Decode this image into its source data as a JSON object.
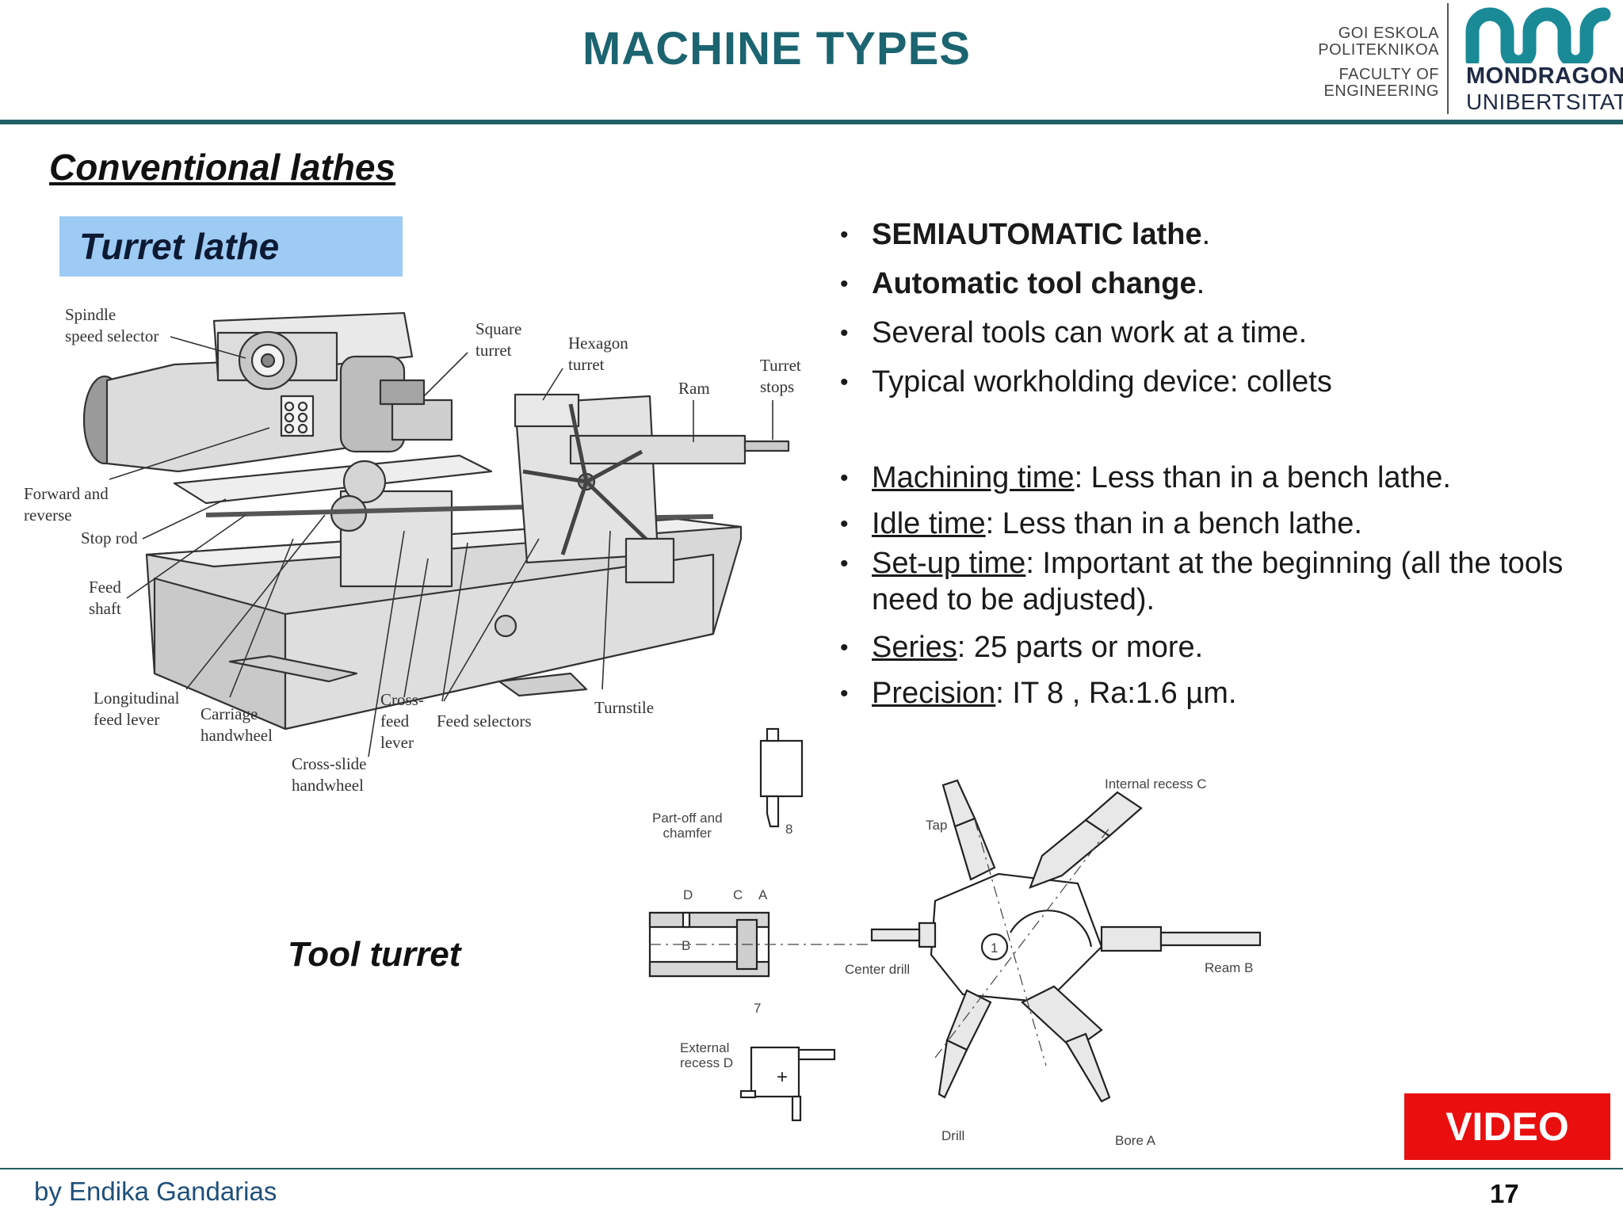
{
  "header": {
    "title": "MACHINE TYPES",
    "logo_left": [
      "GOI ESKOLA",
      "POLITEKNIKOA",
      "FACULTY OF",
      "ENGINEERING"
    ],
    "logo_right": [
      "MONDRAGON",
      "UNIBERTSITATEA"
    ]
  },
  "section_title": "Conventional lathes",
  "subsection_label": "Turret lathe",
  "tool_turret_label": "Tool turret",
  "lathe_labels": {
    "spindle_speed_selector": [
      "Spindle",
      "speed selector"
    ],
    "square_turret": [
      "Square",
      "turret"
    ],
    "hexagon_turret": [
      "Hexagon",
      "turret"
    ],
    "turret_stops": [
      "Turret",
      "stops"
    ],
    "ram": "Ram",
    "forward_reverse": [
      "Forward and",
      "reverse"
    ],
    "stop_rod": "Stop rod",
    "feed_shaft": [
      "Feed",
      "shaft"
    ],
    "longitudinal_feed_lever": [
      "Longitudinal",
      "feed lever"
    ],
    "carriage_handwheel": [
      "Carriage",
      "handwheel"
    ],
    "cross_feed_lever": [
      "Cross-",
      "feed",
      "lever"
    ],
    "feed_selectors": "Feed selectors",
    "turnstile": "Turnstile",
    "cross_slide_handwheel": [
      "Cross-slide",
      "handwheel"
    ]
  },
  "bullets_a": [
    {
      "bold": "SEMIAUTOMATIC lathe",
      "rest": "."
    },
    {
      "bold": "Automatic tool change",
      "rest": "."
    },
    {
      "text": "Several tools can work at a time."
    },
    {
      "text": "Typical workholding device: collets"
    }
  ],
  "bullets_b": [
    {
      "term": "Machining time",
      "rest": ": Less than in a bench lathe."
    },
    {
      "term": "Idle time",
      "rest": ": Less than in a bench lathe."
    },
    {
      "term": "Set-up time",
      "rest": ": Important  at the beginning (all the tools",
      "rest2": "need to be adjusted)."
    },
    {
      "term": "Series",
      "rest": ": 25 parts or more."
    },
    {
      "term": "Precision",
      "rest": ": IT 8 , Ra:1.6 µm."
    }
  ],
  "turret_labels": {
    "part_off": [
      "Part-off and",
      "chamfer"
    ],
    "n8": "8",
    "d": "D",
    "c": "C",
    "a": "A",
    "b": "B",
    "n7": "7",
    "n1": "1",
    "external_recess": [
      "External",
      "recess D"
    ],
    "tap": "Tap",
    "internal_recess": "Internal recess C",
    "center_drill": "Center drill",
    "ream": "Ream B",
    "drill": "Drill",
    "bore": "Bore A"
  },
  "video_button": "VIDEO",
  "footer": {
    "author": "by Endika Gandarias",
    "page": "17"
  },
  "colors": {
    "title": "#1b6470",
    "rule": "#1f5f66",
    "label_box": "#9ecbf4",
    "video": "#ea0f0f",
    "logo": "#1a8a96"
  }
}
